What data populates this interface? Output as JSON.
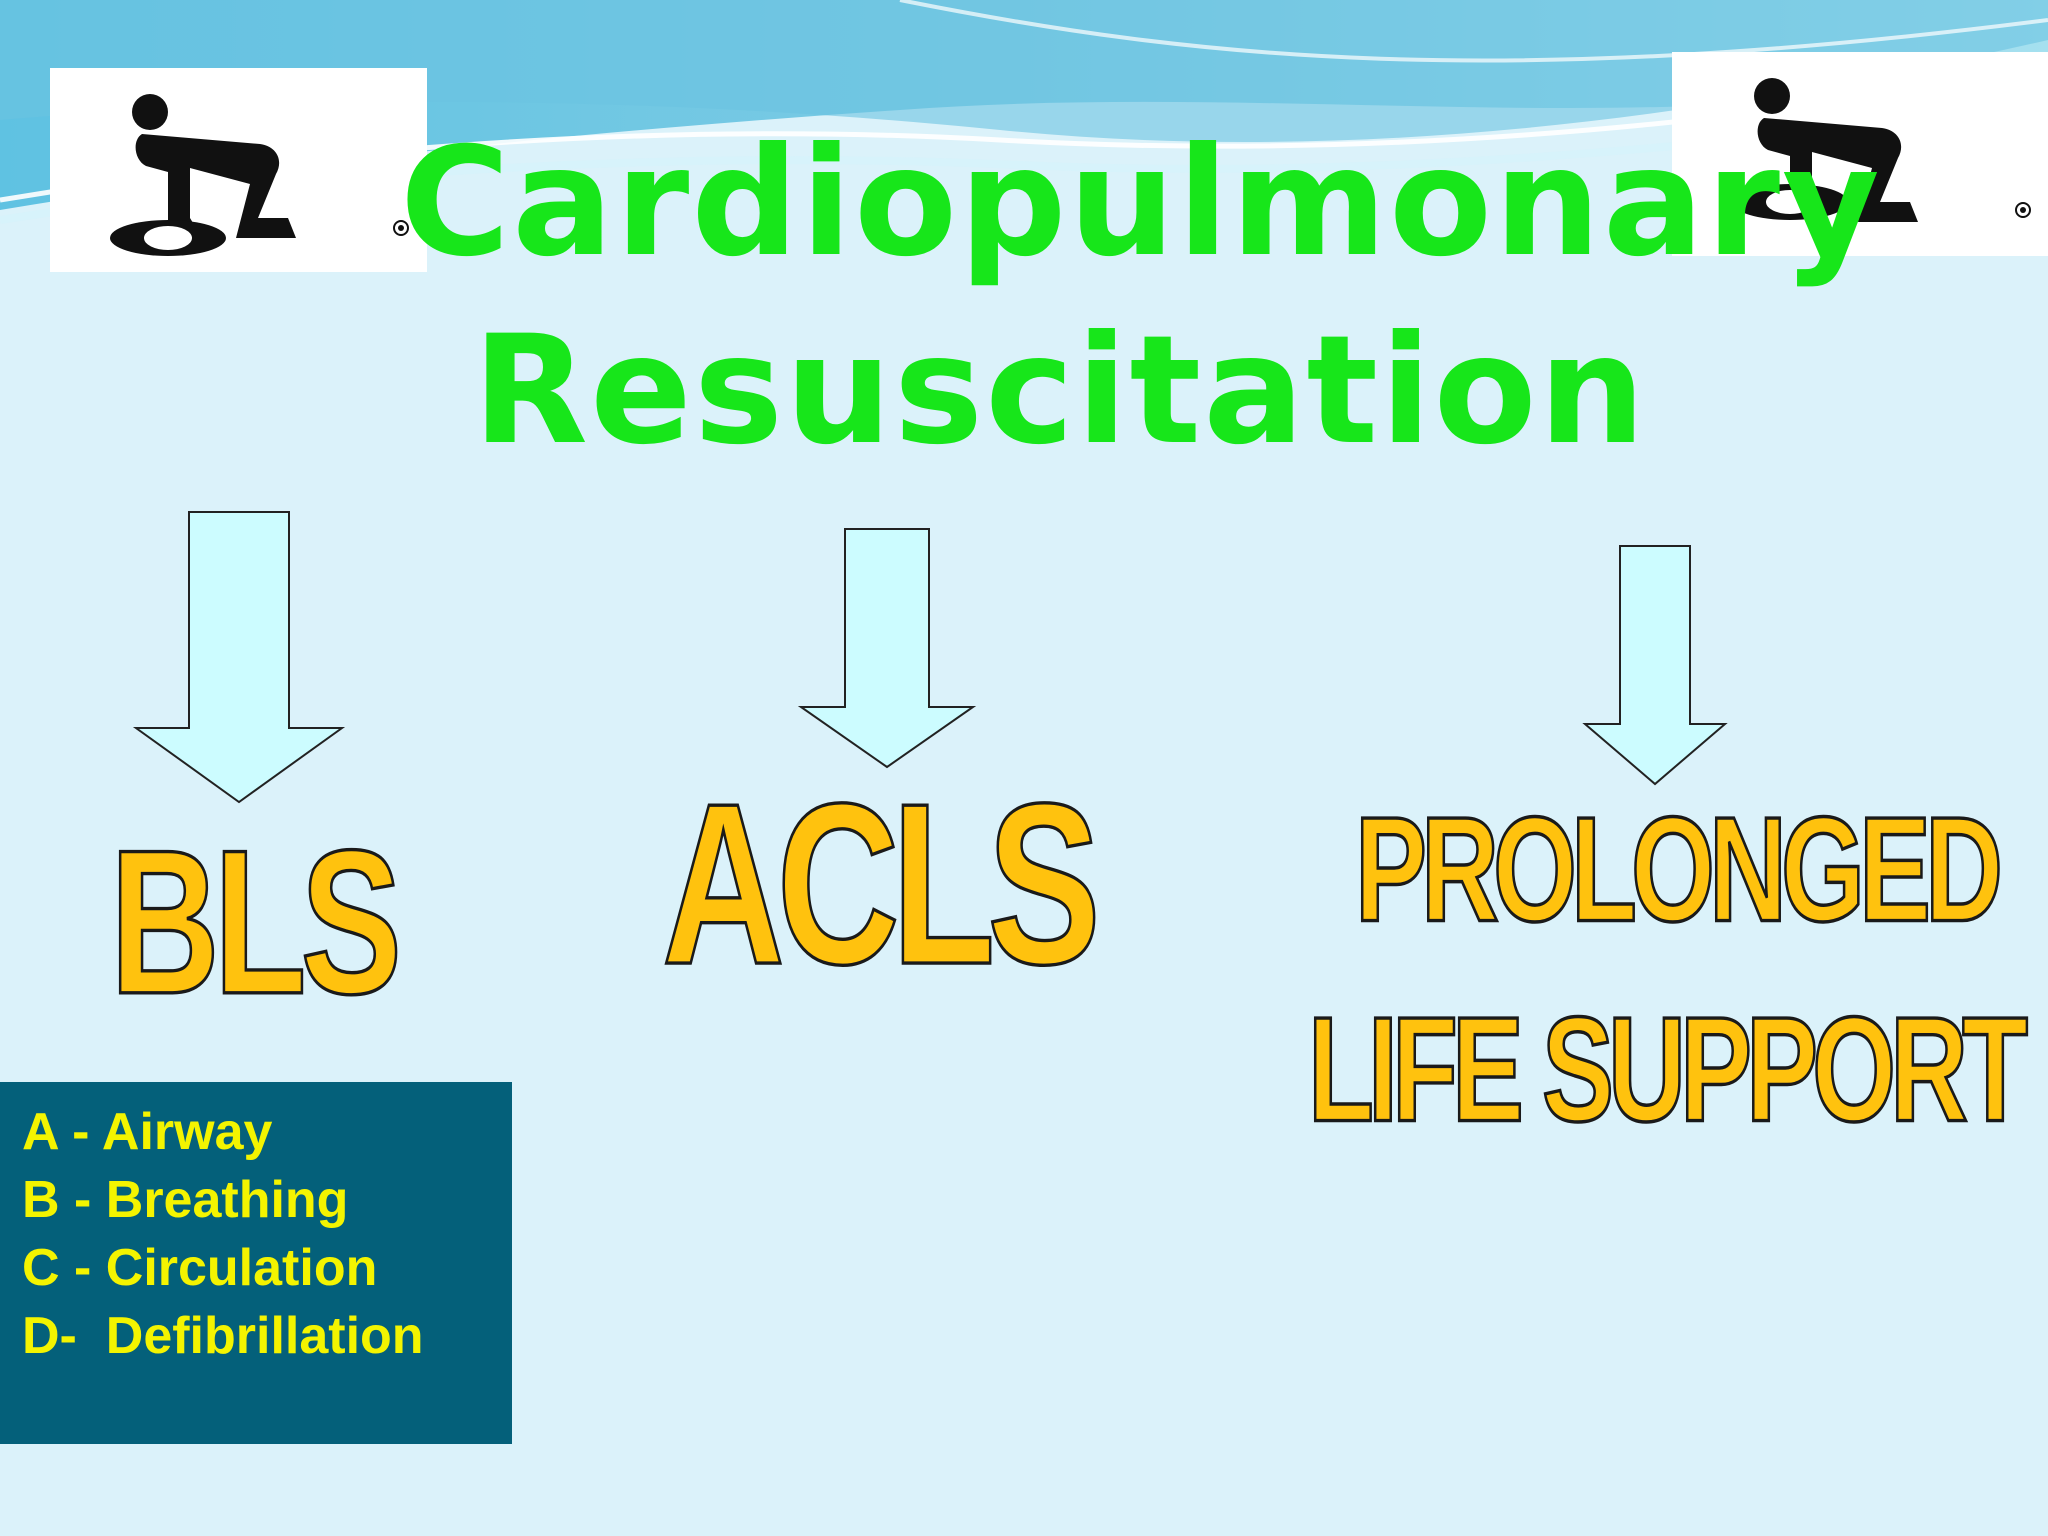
{
  "title": {
    "line1": "Cardiopulmonary",
    "line2": "Resuscitation"
  },
  "branches": [
    {
      "label": "BLS"
    },
    {
      "label": "ACLS"
    },
    {
      "label_line1": "PROLONGED",
      "label_line2": "LIFE SUPPORT"
    }
  ],
  "abcd": [
    "A - Airway",
    "B - Breathing",
    "C - Circulation",
    "D-  Defibrillation"
  ],
  "icons": {
    "logo": "cpr-icon",
    "arrow": "arrow-down-icon"
  },
  "colors": {
    "background": "#dbf2fa",
    "title": "#17e61a",
    "label_fill": "#ffc20e",
    "label_outline": "#1a1a1a",
    "box": "#04607a",
    "box_text": "#f4f400",
    "arrow_fill": "#ccfcff"
  }
}
